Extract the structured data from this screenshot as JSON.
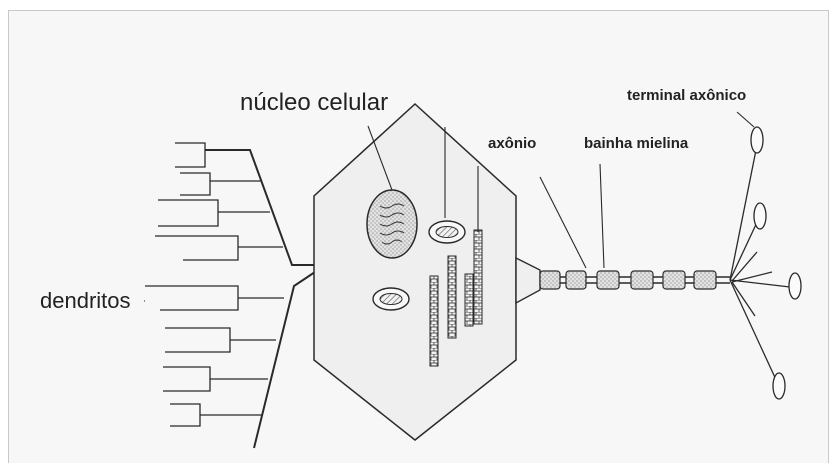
{
  "figure": {
    "labels": {
      "cell_nucleus": "núcleo celular",
      "axon_terminal": "terminal axônico",
      "axon": "axônio",
      "myelin_sheath": "bainha mielina",
      "dendrites": "dendritos"
    },
    "colors": {
      "ink": "#2a2a2a",
      "body_fill": "#efefef",
      "frame_border": "#c9c9c9"
    }
  }
}
